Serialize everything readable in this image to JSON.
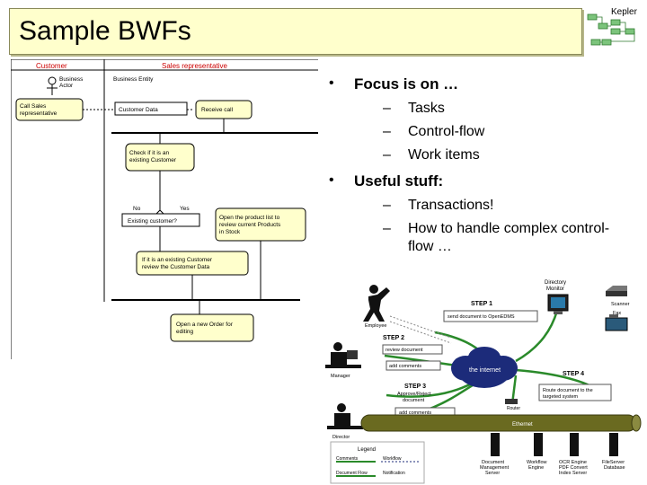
{
  "slide": {
    "title": "Sample BWFs",
    "logo_text": "Kepler"
  },
  "bullets": {
    "b1": "Focus is on …",
    "b1_items": [
      "Tasks",
      "Control-flow",
      "Work items"
    ],
    "b2": "Useful stuff:",
    "b2_items": [
      "Transactions!",
      "How to handle complex control-",
      "flow …"
    ]
  },
  "uml": {
    "lane_customer": "Customer",
    "lane_sales": "Sales representative",
    "business_actor": [
      "Business",
      "Actor"
    ],
    "business_entity": "Business Entity",
    "call_sales": [
      "Call Sales",
      "representative"
    ],
    "customer_data": "Customer Data",
    "receive_call": "Receive call",
    "check_existing": [
      "Check if it is an",
      "existing Customer"
    ],
    "no": "No",
    "yes": "Yes",
    "existing_q": "Existing customer?",
    "open_product": [
      "Open the product list to",
      "review current Products",
      "in Stock"
    ],
    "if_existing": [
      "If it is an existing Customer",
      "review the Customer Data"
    ],
    "open_order": [
      "Open a new Order for",
      "editing"
    ]
  },
  "network": {
    "step1": "STEP 1",
    "step2": "STEP 2",
    "step3": "STEP 3",
    "step4": "STEP 4",
    "dir_monitor": [
      "Directory",
      "Monitor"
    ],
    "send_doc": "send document to OpenEDMS",
    "employee": "Employee",
    "scanner": "Scanner",
    "fax": "Fax",
    "review_doc": "review document",
    "add_comments1": "add comments",
    "manager": "Manager",
    "internet": "the internet",
    "route_doc": [
      "Route document to the",
      "targeted system"
    ],
    "approve": [
      "Approve/Reject",
      "document"
    ],
    "add_comments2": "add comments",
    "router": "Router",
    "ethernet": "Ethernet",
    "director": "Director",
    "legend": "Legend",
    "dms": [
      "Document",
      "Management",
      "Server"
    ],
    "workflow_engine": [
      "Workflow",
      "Engine"
    ],
    "ocr": [
      "OCR Engine",
      "PDF Convert",
      "Index Server"
    ],
    "fileserver": [
      "FileServer",
      "Database"
    ],
    "legend_items": [
      "Comments",
      "Workflow",
      "Document Flow",
      "Notification"
    ]
  },
  "colors": {
    "title_bg": "#ffffcc",
    "uml_lane_header": "#cc0000",
    "uml_box": "#ffffcc",
    "net_flow": "#2a8a2a",
    "cloud": "#1c2b7a",
    "ethernet": "#6a6a20"
  }
}
